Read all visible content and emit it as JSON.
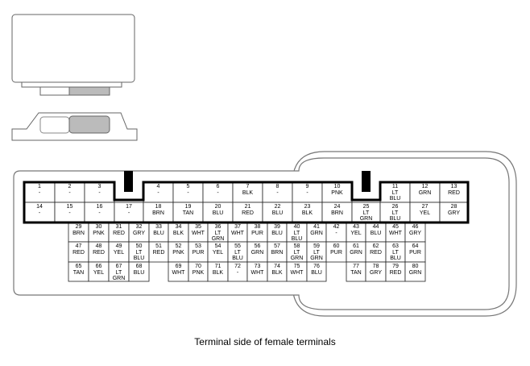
{
  "caption": "Terminal side of female terminals",
  "terminals": [
    {
      "num": "1",
      "lines": [
        "-"
      ]
    },
    {
      "num": "2",
      "lines": [
        "-"
      ]
    },
    {
      "num": "3",
      "lines": [
        "-"
      ]
    },
    {
      "num": "4",
      "lines": [
        "-"
      ]
    },
    {
      "num": "5",
      "lines": [
        "-"
      ]
    },
    {
      "num": "6",
      "lines": [
        "-"
      ]
    },
    {
      "num": "7",
      "lines": [
        "BLK"
      ]
    },
    {
      "num": "8",
      "lines": [
        "-"
      ]
    },
    {
      "num": "9",
      "lines": [
        "-"
      ]
    },
    {
      "num": "10",
      "lines": [
        "PNK"
      ]
    },
    {
      "num": "11",
      "lines": [
        "LT",
        "BLU"
      ]
    },
    {
      "num": "12",
      "lines": [
        "GRN"
      ]
    },
    {
      "num": "13",
      "lines": [
        "RED"
      ]
    },
    {
      "num": "14",
      "lines": [
        "-"
      ]
    },
    {
      "num": "15",
      "lines": [
        "-"
      ]
    },
    {
      "num": "16",
      "lines": [
        "-"
      ]
    },
    {
      "num": "17",
      "lines": [
        "-"
      ]
    },
    {
      "num": "18",
      "lines": [
        "BRN"
      ]
    },
    {
      "num": "19",
      "lines": [
        "TAN"
      ]
    },
    {
      "num": "20",
      "lines": [
        "BLU"
      ]
    },
    {
      "num": "21",
      "lines": [
        "RED"
      ]
    },
    {
      "num": "22",
      "lines": [
        "BLU"
      ]
    },
    {
      "num": "23",
      "lines": [
        "BLK"
      ]
    },
    {
      "num": "24",
      "lines": [
        "BRN"
      ]
    },
    {
      "num": "25",
      "lines": [
        "LT",
        "GRN"
      ]
    },
    {
      "num": "26",
      "lines": [
        "LT",
        "BLU"
      ]
    },
    {
      "num": "27",
      "lines": [
        "YEL"
      ]
    },
    {
      "num": "28",
      "lines": [
        "GRY"
      ]
    },
    {
      "num": "29",
      "lines": [
        "BRN"
      ]
    },
    {
      "num": "30",
      "lines": [
        "PNK"
      ]
    },
    {
      "num": "31",
      "lines": [
        "RED"
      ]
    },
    {
      "num": "32",
      "lines": [
        "GRY"
      ]
    },
    {
      "num": "33",
      "lines": [
        "BLU"
      ]
    },
    {
      "num": "34",
      "lines": [
        "BLK"
      ]
    },
    {
      "num": "35",
      "lines": [
        "WHT"
      ]
    },
    {
      "num": "36",
      "lines": [
        "LT",
        "GRN"
      ]
    },
    {
      "num": "37",
      "lines": [
        "WHT"
      ]
    },
    {
      "num": "38",
      "lines": [
        "PUR"
      ]
    },
    {
      "num": "39",
      "lines": [
        "BLU"
      ]
    },
    {
      "num": "40",
      "lines": [
        "LT",
        "BLU"
      ]
    },
    {
      "num": "41",
      "lines": [
        "GRN"
      ]
    },
    {
      "num": "42",
      "lines": [
        "-"
      ]
    },
    {
      "num": "43",
      "lines": [
        "YEL"
      ]
    },
    {
      "num": "44",
      "lines": [
        "BLU"
      ]
    },
    {
      "num": "45",
      "lines": [
        "WHT"
      ]
    },
    {
      "num": "46",
      "lines": [
        "GRY"
      ]
    },
    {
      "num": "47",
      "lines": [
        "RED"
      ]
    },
    {
      "num": "48",
      "lines": [
        "RED"
      ]
    },
    {
      "num": "49",
      "lines": [
        "YEL"
      ]
    },
    {
      "num": "50",
      "lines": [
        "LT",
        "BLU"
      ]
    },
    {
      "num": "51",
      "lines": [
        "RED"
      ]
    },
    {
      "num": "52",
      "lines": [
        "PNK"
      ]
    },
    {
      "num": "53",
      "lines": [
        "PUR"
      ]
    },
    {
      "num": "54",
      "lines": [
        "YEL"
      ]
    },
    {
      "num": "55",
      "lines": [
        "LT",
        "BLU"
      ]
    },
    {
      "num": "56",
      "lines": [
        "GRN"
      ]
    },
    {
      "num": "57",
      "lines": [
        "BRN"
      ]
    },
    {
      "num": "58",
      "lines": [
        "LT",
        "GRN"
      ]
    },
    {
      "num": "59",
      "lines": [
        "LT",
        "GRN"
      ]
    },
    {
      "num": "60",
      "lines": [
        "PUR"
      ]
    },
    {
      "num": "61",
      "lines": [
        "GRN"
      ]
    },
    {
      "num": "62",
      "lines": [
        "RED"
      ]
    },
    {
      "num": "63",
      "lines": [
        "LT",
        "BLU"
      ]
    },
    {
      "num": "64",
      "lines": [
        "PUR"
      ]
    },
    {
      "num": "65",
      "lines": [
        "TAN"
      ]
    },
    {
      "num": "66",
      "lines": [
        "YEL"
      ]
    },
    {
      "num": "67",
      "lines": [
        "LT",
        "GRN"
      ]
    },
    {
      "num": "68",
      "lines": [
        "BLU"
      ]
    },
    {
      "num": "69",
      "lines": [
        "WHT"
      ]
    },
    {
      "num": "70",
      "lines": [
        "PNK"
      ]
    },
    {
      "num": "71",
      "lines": [
        "BLK"
      ]
    },
    {
      "num": "72",
      "lines": [
        "-"
      ]
    },
    {
      "num": "73",
      "lines": [
        "WHT"
      ]
    },
    {
      "num": "74",
      "lines": [
        "BLK"
      ]
    },
    {
      "num": "75",
      "lines": [
        "WHT"
      ]
    },
    {
      "num": "76",
      "lines": [
        "BLU"
      ]
    },
    {
      "num": "77",
      "lines": [
        "TAN"
      ]
    },
    {
      "num": "78",
      "lines": [
        "GRY"
      ]
    },
    {
      "num": "79",
      "lines": [
        "RED"
      ]
    },
    {
      "num": "80",
      "lines": [
        "GRN"
      ]
    }
  ]
}
